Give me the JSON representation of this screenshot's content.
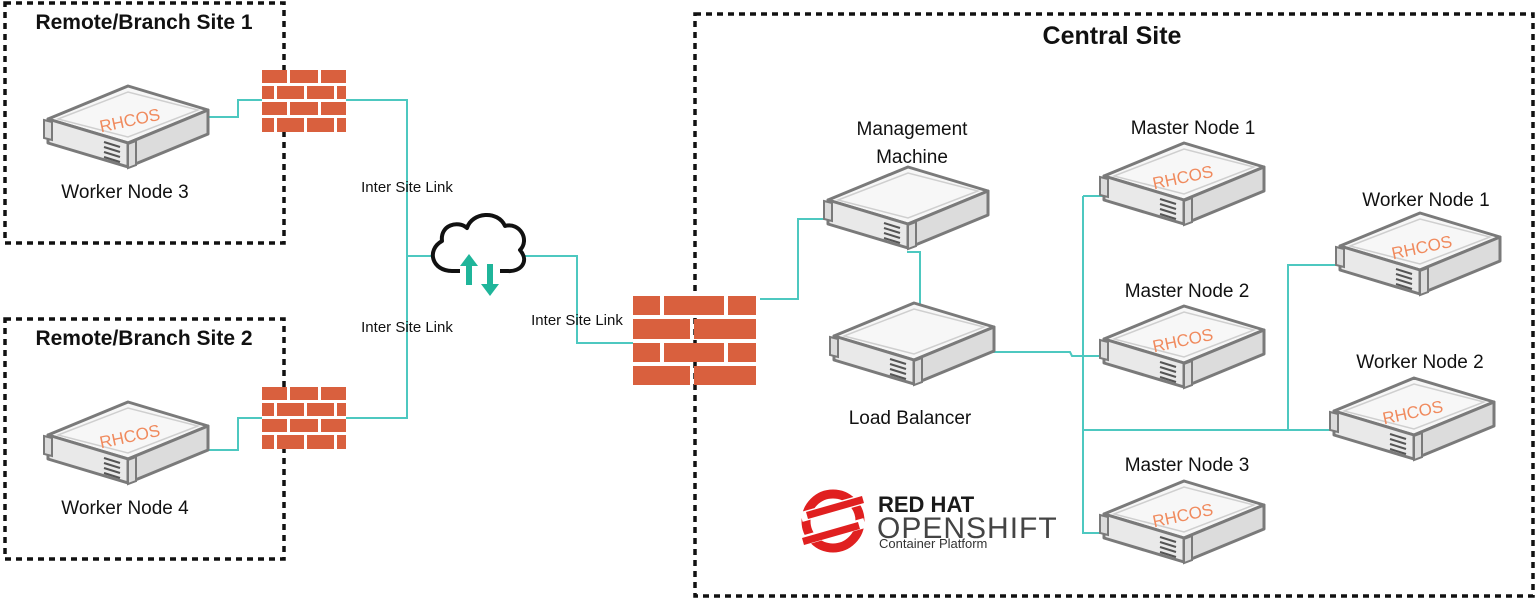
{
  "sites": {
    "remote1": {
      "title": "Remote/Branch Site 1"
    },
    "remote2": {
      "title": "Remote/Branch Site 2"
    },
    "central": {
      "title": "Central Site"
    }
  },
  "nodes": {
    "worker3": {
      "label": "Worker Node 3",
      "os": "RHCOS"
    },
    "worker4": {
      "label": "Worker Node 4",
      "os": "RHCOS"
    },
    "mgmt": {
      "label_line1": "Management",
      "label_line2": "Machine"
    },
    "lb": {
      "label": "Load Balancer"
    },
    "master1": {
      "label": "Master Node 1",
      "os": "RHCOS"
    },
    "master2": {
      "label": "Master Node 2",
      "os": "RHCOS"
    },
    "master3": {
      "label": "Master Node 3",
      "os": "RHCOS"
    },
    "worker1": {
      "label": "Worker Node 1",
      "os": "RHCOS"
    },
    "worker2": {
      "label": "Worker Node 2",
      "os": "RHCOS"
    }
  },
  "links": {
    "top": "Inter Site Link",
    "bottom": "Inter Site Link",
    "center": "Inter Site Link"
  },
  "logo": {
    "brand": "RED HAT",
    "product": "OPENSHIFT",
    "tagline": "Container Platform"
  },
  "colors": {
    "link": "#4dc8c0",
    "firewall": "#d9603e",
    "logo_red": "#e02020",
    "rhcos_text": "#f08a5d"
  },
  "icons": [
    "firewall-icon",
    "cloud-icon",
    "server-icon",
    "redhat-logo-icon"
  ]
}
